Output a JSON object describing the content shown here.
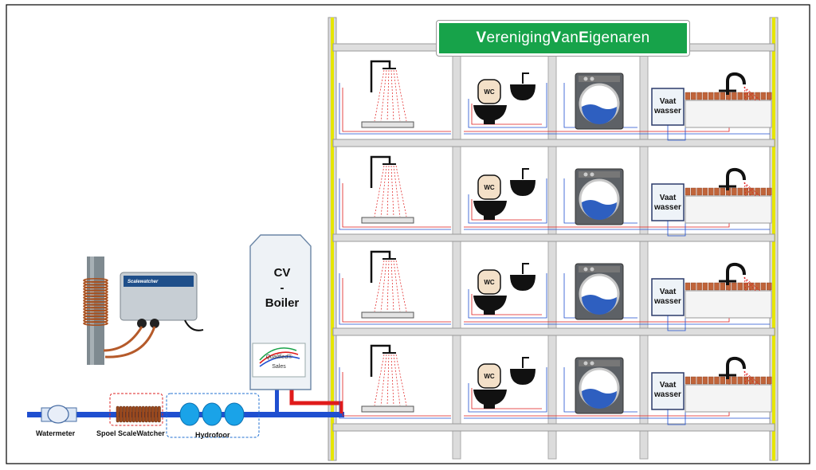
{
  "title": {
    "parts": [
      {
        "cap": "V",
        "rest": "ereniging "
      },
      {
        "cap": "V",
        "rest": "an "
      },
      {
        "cap": "E",
        "rest": "igenaren"
      }
    ]
  },
  "boiler": {
    "line1": "CV",
    "line2": "-",
    "line3": "Boiler"
  },
  "logo": {
    "name": "Qualified",
    "registered": "®",
    "sub": "Sales"
  },
  "device": {
    "brand": "Scalewatcher"
  },
  "components": {
    "watermeter": "Watermeter",
    "spoel": "Spoel ScaleWatcher",
    "hydrofoor": "Hydrofoor"
  },
  "floors": [
    {
      "wc": "WC",
      "dishwasher_line1": "Vaat",
      "dishwasher_line2": "wasser"
    },
    {
      "wc": "WC",
      "dishwasher_line1": "Vaat",
      "dishwasher_line2": "wasser"
    },
    {
      "wc": "WC",
      "dishwasher_line1": "Vaat",
      "dishwasher_line2": "wasser"
    },
    {
      "wc": "WC",
      "dishwasher_line1": "Vaat",
      "dishwasher_line2": "wasser"
    }
  ],
  "colors": {
    "cold_water": "#1f4fd0",
    "hot_water": "#e01b1b",
    "title_bg": "#17a34a",
    "frame": "#c9c9c9",
    "post_accent": "#e6e600"
  }
}
